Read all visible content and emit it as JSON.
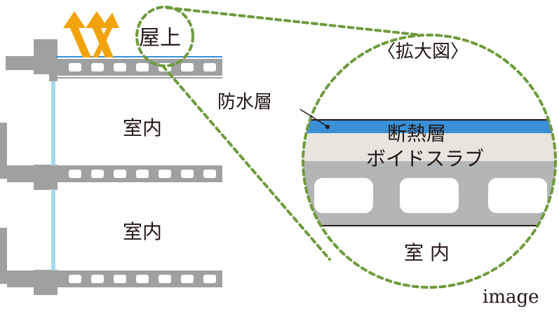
{
  "labels": {
    "rooftop": "屋上",
    "indoor_upper": "室内",
    "indoor_lower": "室内",
    "zoom_title": "〈拡大図〉",
    "waterproof_layer": "防水層",
    "insulation_layer": "断熱層",
    "void_slab": "ボイドスラブ",
    "zoom_indoor": "室 内",
    "caption": "image"
  },
  "colors": {
    "slab_gray": "#9fa0a0",
    "waterproof_blue": "#3a8fd6",
    "insulation_beige": "#e8e4de",
    "window_blue": "#a8d8ee",
    "zoom_outline_green": "#6e9a3a",
    "sun_arrow_orange": "#f1a30c",
    "text": "#231815"
  },
  "icons": {
    "heat": "heat-arrows-icon"
  }
}
